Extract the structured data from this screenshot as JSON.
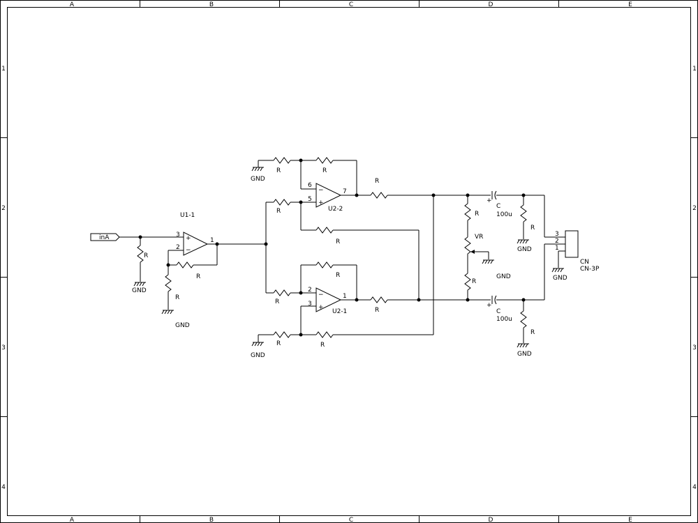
{
  "frame": {
    "columns": [
      "A",
      "B",
      "C",
      "D",
      "E"
    ],
    "rows": [
      "1",
      "2",
      "3",
      "4"
    ]
  },
  "ports": {
    "input": "inA"
  },
  "labels": {
    "resistor": "R",
    "ground": "GND",
    "capacitor": "C",
    "capacitor_value": "100u",
    "potentiometer": "VR",
    "connector": "CN",
    "connector_part": "CN-3P",
    "cap_polarity": "+"
  },
  "opamps": [
    {
      "ref": "U1-1",
      "pin_noninv": "3",
      "pin_inv": "2",
      "pin_out": "1"
    },
    {
      "ref": "U2-2",
      "pin_inv": "6",
      "pin_noninv": "5",
      "pin_out": "7"
    },
    {
      "ref": "U2-1",
      "pin_inv": "2",
      "pin_noninv": "3",
      "pin_out": "1"
    }
  ],
  "connector_pins": [
    "3",
    "2",
    "1"
  ]
}
